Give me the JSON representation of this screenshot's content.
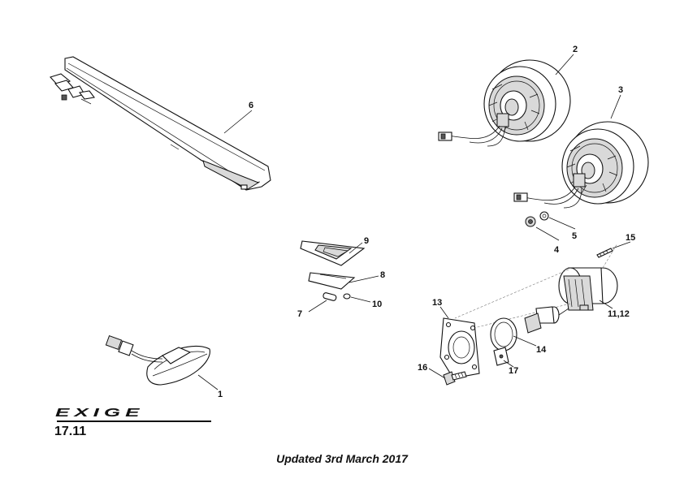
{
  "model_logo": "EXIGE",
  "page_number": "17.11",
  "footer_text": "Updated 3rd March 2017",
  "callouts": {
    "c1": "1",
    "c2": "2",
    "c3": "3",
    "c4": "4",
    "c5": "5",
    "c6": "6",
    "c7": "7",
    "c8": "8",
    "c9": "9",
    "c10": "10",
    "c11_12": "11,12",
    "c13": "13",
    "c14": "14",
    "c15": "15",
    "c16": "16",
    "c17": "17"
  }
}
